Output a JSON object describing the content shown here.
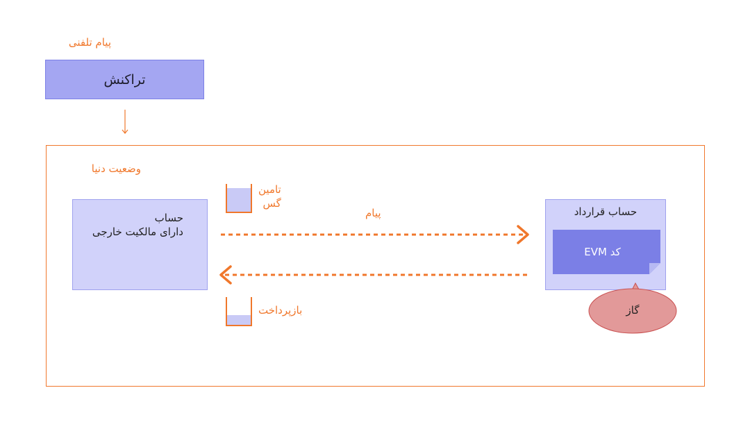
{
  "header": {
    "message_call": "پیام تلفنی"
  },
  "transaction": {
    "label": "تراکنش"
  },
  "world_state": {
    "label": "وضعیت دنیا"
  },
  "eoa": {
    "line1": "حساب",
    "line2": "دارای مالکیت خارجی"
  },
  "contract": {
    "label": "حساب قرارداد",
    "evm_code": "کد EVM"
  },
  "gas_supply": {
    "line1": "تامین",
    "line2": "گس",
    "fill_fraction": 0.85
  },
  "refund": {
    "label": "بازپرداخت",
    "fill_fraction": 0.35
  },
  "message": {
    "label": "پیام"
  },
  "gas": {
    "label": "گاز"
  },
  "colors": {
    "orange": "#f0772b",
    "purple": "#7b7fe6",
    "gas": "#e29999"
  }
}
